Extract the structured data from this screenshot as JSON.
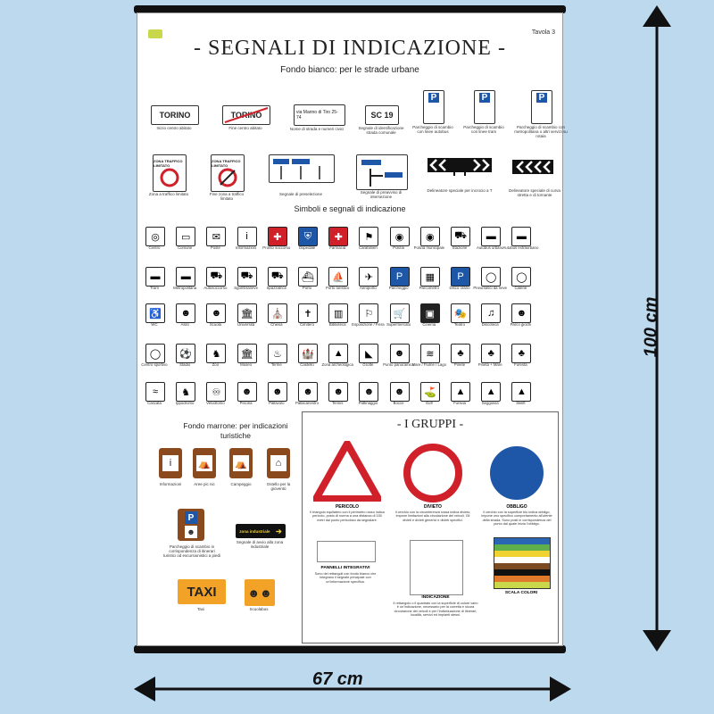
{
  "title": "- SEGNALI DI INDICAZIONE -",
  "tavola": "Tavola 3",
  "subtitle1": "Fondo bianco: per le strade urbane",
  "subtitle2": "Simboli e segnali di indicazione",
  "dimensions": {
    "height": "100 cm",
    "width": "67 cm"
  },
  "row1": [
    {
      "plate": "TORINO",
      "caption": "Inizio centro abitato"
    },
    {
      "plate": "TORINO",
      "caption": "Fine centro abitato"
    },
    {
      "plate": "via Marino di Tiro 25-74",
      "caption": "Nome di strada e numeri civici"
    },
    {
      "plate": "SC 19",
      "caption": "Segnale di identificazione strada comunale"
    },
    {
      "plate": "P",
      "caption": "Parcheggio di scambio con linee autobus"
    },
    {
      "plate": "P",
      "caption": "Parcheggio di scambio con linee tram"
    },
    {
      "plate": "P",
      "caption": "Parcheggio di scambio con metropolitana o altri servizi su rotaia"
    }
  ],
  "row2": [
    {
      "plate": "ZONA TRAFFICO LIMITATO",
      "caption": "Zona a traffico limitato"
    },
    {
      "plate": "ZONA TRAFFICO LIMITATO",
      "caption": "Fine zona a traffico limitato"
    },
    {
      "plate": "",
      "caption": "Segnale di preselezione"
    },
    {
      "plate": "",
      "caption": "Segnale di preavviso di intersezione"
    },
    {
      "plate": "",
      "caption": "Delineatore speciale per incrocio a T"
    },
    {
      "plate": "",
      "caption": "Delineatore speciale di curva stretta e di tornante"
    }
  ],
  "symbols": [
    [
      "Centro",
      "Comune",
      "Poste",
      "Informazioni",
      "Pronto soccorso",
      "Ospedale",
      "Farmacia",
      "Carabinieri",
      "Polizia",
      "Polizia municipale",
      "Stazione",
      "Autobus urbano",
      "Autobus extraurbano"
    ],
    [
      "Tram",
      "Metropolitana",
      "Autosoccorso",
      "Sgombraneve",
      "Spazzatrice",
      "Porto",
      "Porto turistico",
      "Aeroporto",
      "Parcheggio",
      "Parcometro",
      "Disco orario",
      "Pneumatici da neve",
      "Catene"
    ],
    [
      "WC",
      "Asilo",
      "Scuola",
      "Università",
      "Chiesa",
      "Cimitero",
      "Biblioteca",
      "Esposizione / Fiera",
      "Supermercato",
      "Cinema",
      "Teatro",
      "Discoteca",
      "Parco giochi"
    ],
    [
      "Centro sportivo",
      "Stadio",
      "Zoo",
      "Museo",
      "Terme",
      "Castello",
      "Zona archeologica",
      "Grotte",
      "Punto panoramico",
      "Mare / Fiume / Lago",
      "Pinete",
      "Pineta + Mare",
      "Foresta"
    ],
    [
      "Cascata",
      "Ippodromo",
      "Velodromo",
      "Piscina",
      "Pallavolo",
      "Pallacanestro",
      "Tennis",
      "Pattinaggio",
      "Bocce",
      "Golf",
      "Funivia",
      "Seggiovia",
      "Skilift"
    ]
  ],
  "symbol_glyphs": [
    [
      "◎",
      "▭",
      "✉",
      "i",
      "✚",
      "⛨",
      "✚",
      "⚑",
      "◉",
      "◉",
      "⛟",
      "▬",
      "▬"
    ],
    [
      "▬",
      "▬",
      "⛟",
      "⛟",
      "⛟",
      "⛴",
      "⛵",
      "✈",
      "P",
      "▦",
      "P",
      "◯",
      "◯"
    ],
    [
      "♿",
      "☻",
      "☻",
      "🏛",
      "⛪",
      "✝",
      "▥",
      "⚐",
      "🛒",
      "▣",
      "🎭",
      "♫",
      "☻"
    ],
    [
      "◯",
      "⚽",
      "♞",
      "🏛",
      "♨",
      "🏰",
      "▲",
      "◣",
      "☻",
      "≋",
      "♣",
      "♣",
      "♣"
    ],
    [
      "≈",
      "♞",
      "♾",
      "☻",
      "☻",
      "☻",
      "☻",
      "☻",
      "☻",
      "⛳",
      "▲",
      "▲",
      "▲"
    ]
  ],
  "brown_title": "Fondo marrone: per indicazioni turistiche",
  "brown_signs": [
    {
      "glyph": "i",
      "caption": "Informazioni"
    },
    {
      "glyph": "⛺",
      "caption": "Aree pic nic"
    },
    {
      "glyph": "⛺",
      "caption": "Campeggio"
    },
    {
      "glyph": "⌂",
      "caption": "Ostello per la gioventù"
    }
  ],
  "brown_row2": [
    {
      "glyph": "P",
      "caption": "Parcheggio di scambio in corrispondenza di itinerari turistici od escursionistici a piedi"
    },
    {
      "glyph": "zona industriale",
      "caption": "Segnale di avvio alla zona industriale"
    }
  ],
  "taxi": {
    "label": "TAXI",
    "caption": "Taxi"
  },
  "scuolabus": {
    "caption": "Scuolabus"
  },
  "gruppi": {
    "title": "- I GRUPPI -",
    "pericolo": {
      "label": "PERICOLO",
      "text": "Il triangolo equilatero con il perimetro rosso indica pericolo, posto di norma a una distanza di 150 metri dal punto pericoloso da segnalare."
    },
    "divieto": {
      "label": "DIVIETO",
      "text": "Il cerchio con la circonferenza rossa indica divieto, impone limitazioni alla circolazione dei veicoli. Gli divieti e divieti generici e divieti specifici."
    },
    "obbligo": {
      "label": "OBBLIGO",
      "text": "Il cerchio con la superficie blu indica obbligo, impone uno specifico comportamento all'utente della strada. Sono posti in corrispondenza del punto dal quale inizia l'obbligo."
    },
    "pannelli": {
      "label": "PANNELLI INTEGRATIVI",
      "text": "Sono dei rettangoli con fondo bianco che integrano il segnale principale con un'informazione specifica."
    },
    "indicazione": {
      "label": "INDICAZIONE",
      "text": "Il rettangolo o il quadrato con la superficie di colore vario è un'indicazione, necessario per la corretta e sicura circolazione dei veicoli e per l'individuazione di itinerari, località, servizi ed impianti stessi."
    },
    "scala": {
      "label": "SCALA COLORI"
    }
  },
  "colors": {
    "background": "#bcd9ee",
    "blue": "#1f57a8",
    "red": "#d0212a",
    "brown": "#8b4a1e",
    "orange": "#f2a227"
  },
  "color_scale": [
    "#2a66b3",
    "#5fb04a",
    "#f0d233",
    "#ffffff",
    "#7a4a22",
    "#111111",
    "#e07a2a",
    "#c9d84a"
  ]
}
